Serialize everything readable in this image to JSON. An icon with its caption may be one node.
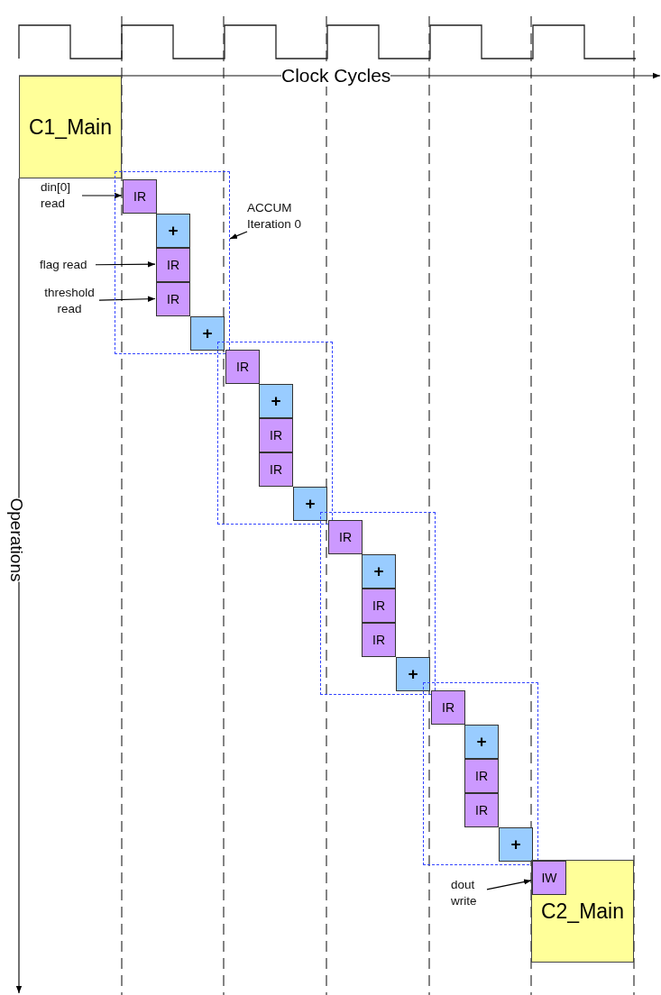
{
  "diagram": {
    "nodes": [
      {
        "text": [
          "C1_Main"
        ]
      },
      {
        "text": [
          "din[0] read"
        ]
      },
      {
        "text": [
          "ACCUM Iteration 0"
        ]
      },
      {
        "text": [],
        "shape": "box"
      },
      {
        "text": [
          "IR"
        ],
        "in": 3
      },
      {
        "text": [
          "+"
        ],
        "in": 3
      },
      {
        "text": [
          "flag read"
        ]
      },
      {
        "text": [
          "IR"
        ],
        "in": 3
      },
      {
        "text": [
          "threshold read"
        ]
      },
      {
        "text": [
          "IR"
        ],
        "in": 3
      },
      {
        "text": [
          "+"
        ],
        "in": 3
      },
      {
        "text": [],
        "shape": "box"
      },
      {
        "text": [
          "IR"
        ],
        "in": 11
      },
      {
        "text": [
          "+"
        ],
        "in": 11
      },
      {
        "text": [
          "IR"
        ],
        "in": 11
      },
      {
        "text": [
          "IR"
        ],
        "in": 11
      },
      {
        "text": [
          "+"
        ],
        "in": 11
      },
      {
        "text": [],
        "shape": "box"
      },
      {
        "text": [
          "IR"
        ],
        "in": 17
      },
      {
        "text": [
          "+"
        ],
        "in": 17
      },
      {
        "text": [
          "IR"
        ],
        "in": 17
      },
      {
        "text": [
          "IR"
        ],
        "in": 17
      },
      {
        "text": [
          "+"
        ],
        "in": 17
      },
      {
        "text": [],
        "shape": "box"
      },
      {
        "text": [
          "IR"
        ],
        "in": 23
      },
      {
        "text": [
          "+"
        ],
        "in": 23
      },
      {
        "text": [
          "IR"
        ],
        "in": 23
      },
      {
        "text": [
          "IR"
        ],
        "in": 23
      },
      {
        "text": [
          "+"
        ],
        "in": 23
      },
      {
        "text": [
          "dout write"
        ]
      },
      {
        "text": [
          "C2_Main"
        ]
      },
      {
        "text": [
          "IW"
        ],
        "in": 30
      }
    ],
    "edges": [
      {
        "from": 1,
        "to": 4,
        "arrow": "to"
      },
      {
        "from": 2,
        "to": 3,
        "arrow": "to"
      },
      {
        "from": 6,
        "to": 7,
        "arrow": "to"
      },
      {
        "from": 8,
        "to": 9,
        "arrow": "to"
      },
      {
        "from": 29,
        "to": 31,
        "arrow": "to"
      }
    ],
    "labels": [
      "Clock Cycles",
      "Operations"
    ]
  }
}
